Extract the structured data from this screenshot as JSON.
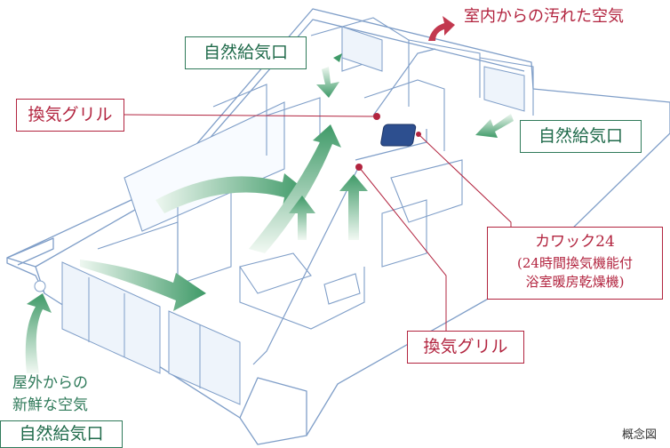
{
  "labels": {
    "natural_inlet_top": "自然給気口",
    "natural_inlet_right": "自然給気口",
    "natural_inlet_bottom": "自然給気口",
    "vent_grille_left": "換気グリル",
    "vent_grille_bottom": "換気グリル",
    "indoor_dirty_air": "室内からの汚れた空気",
    "outdoor_fresh_air_line1": "屋外からの",
    "outdoor_fresh_air_line2": "新鮮な空気",
    "kawakku_title": "カワック24",
    "kawakku_line1": "24時間換気機能付",
    "kawakku_line2": "浴室暖房乾燥機",
    "concept": "概念図"
  },
  "colors": {
    "green_label": "#2f7a5a",
    "red_label": "#b2243f",
    "floor_line": "#7f9ec8",
    "air_arrow": "#6fb48a",
    "exhaust_arrow": "#c2384f"
  }
}
